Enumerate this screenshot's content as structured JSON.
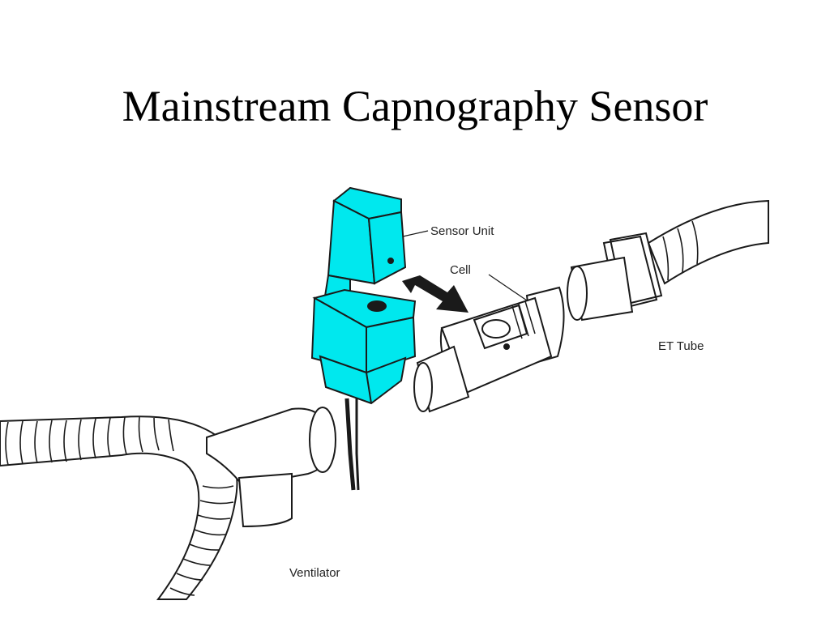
{
  "slide": {
    "title": "Mainstream Capnography Sensor"
  },
  "diagram": {
    "labels": {
      "sensor_unit": "Sensor Unit",
      "cell": "Cell",
      "et_tube": "ET Tube",
      "ventilator": "Ventilator"
    },
    "colors": {
      "sensor_fill": "#00e8ee",
      "outline": "#1a1a1a",
      "background": "#ffffff"
    }
  }
}
